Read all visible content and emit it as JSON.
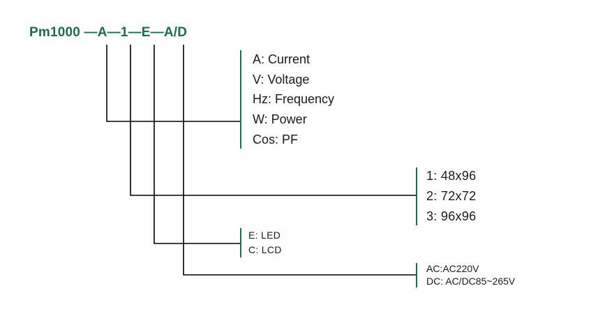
{
  "model_code": "Pm1000 —A—1—E—A/D",
  "line_color": "#000000",
  "accent_line_color": "#1f6b4d",
  "code_color": "#1f6b4d",
  "groups": {
    "measurement": [
      "A: Current",
      "V: Voltage",
      "Hz: Frequency",
      "W: Power",
      "Cos: PF"
    ],
    "size": [
      "1: 48x96",
      "2: 72x72",
      "3: 96x96"
    ],
    "display": [
      "E: LED",
      "C: LCD"
    ],
    "power": [
      "AC:AC220V",
      "DC: AC/DC85~265V"
    ]
  }
}
